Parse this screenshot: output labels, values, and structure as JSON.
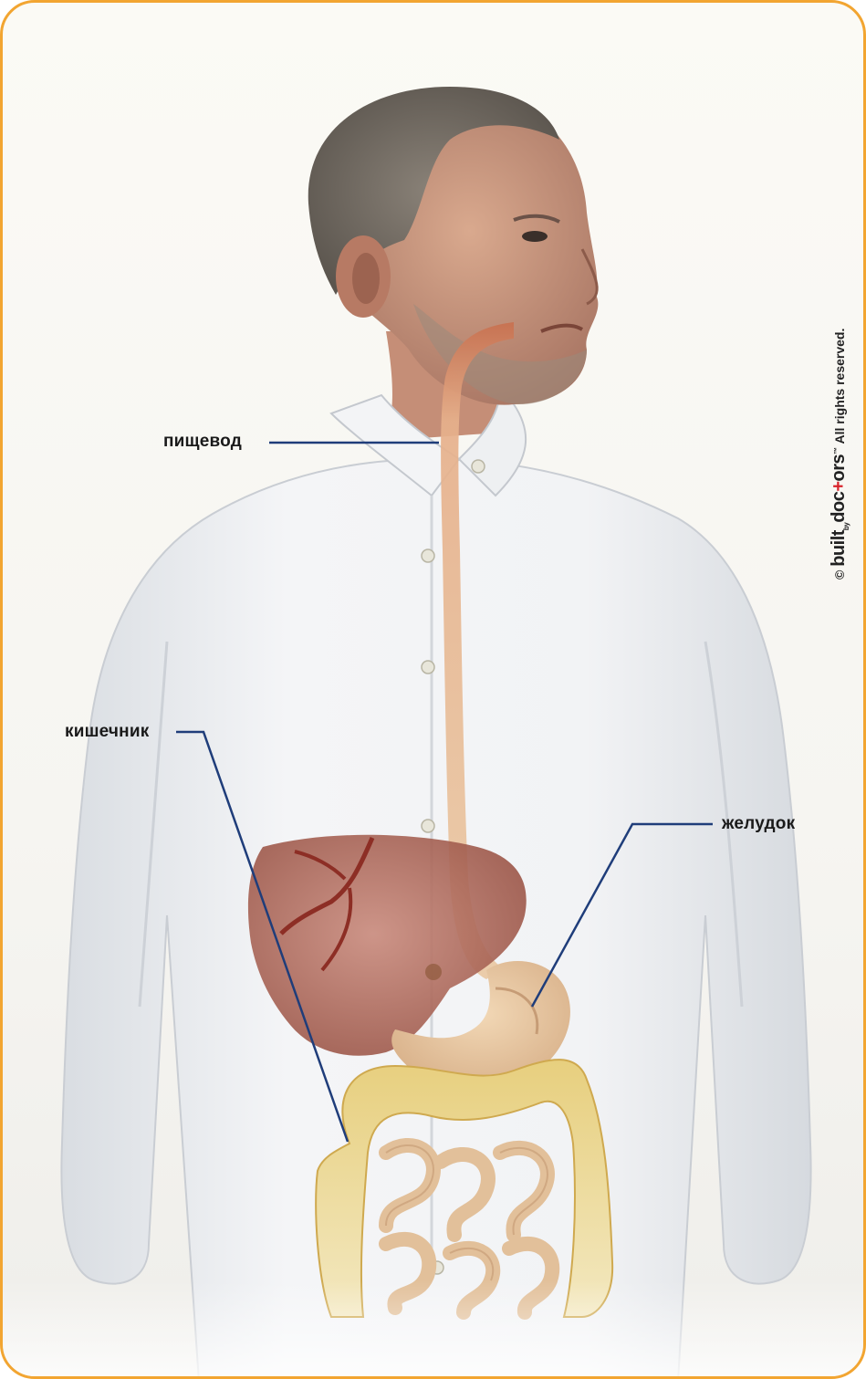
{
  "labels": {
    "esophagus": "пищевод",
    "intestine": "кишечник",
    "stomach": "желудок"
  },
  "copyright": {
    "symbol": "©",
    "brand_part1": "built",
    "brand_by": "by",
    "brand_part2": "doc",
    "brand_cross": "+",
    "brand_part3": "ors",
    "tm": "™",
    "text": "All rights reserved."
  },
  "colors": {
    "frame_border": "#f2a531",
    "leader_line": "#1f3d7a",
    "brand_accent": "#d8232a"
  }
}
